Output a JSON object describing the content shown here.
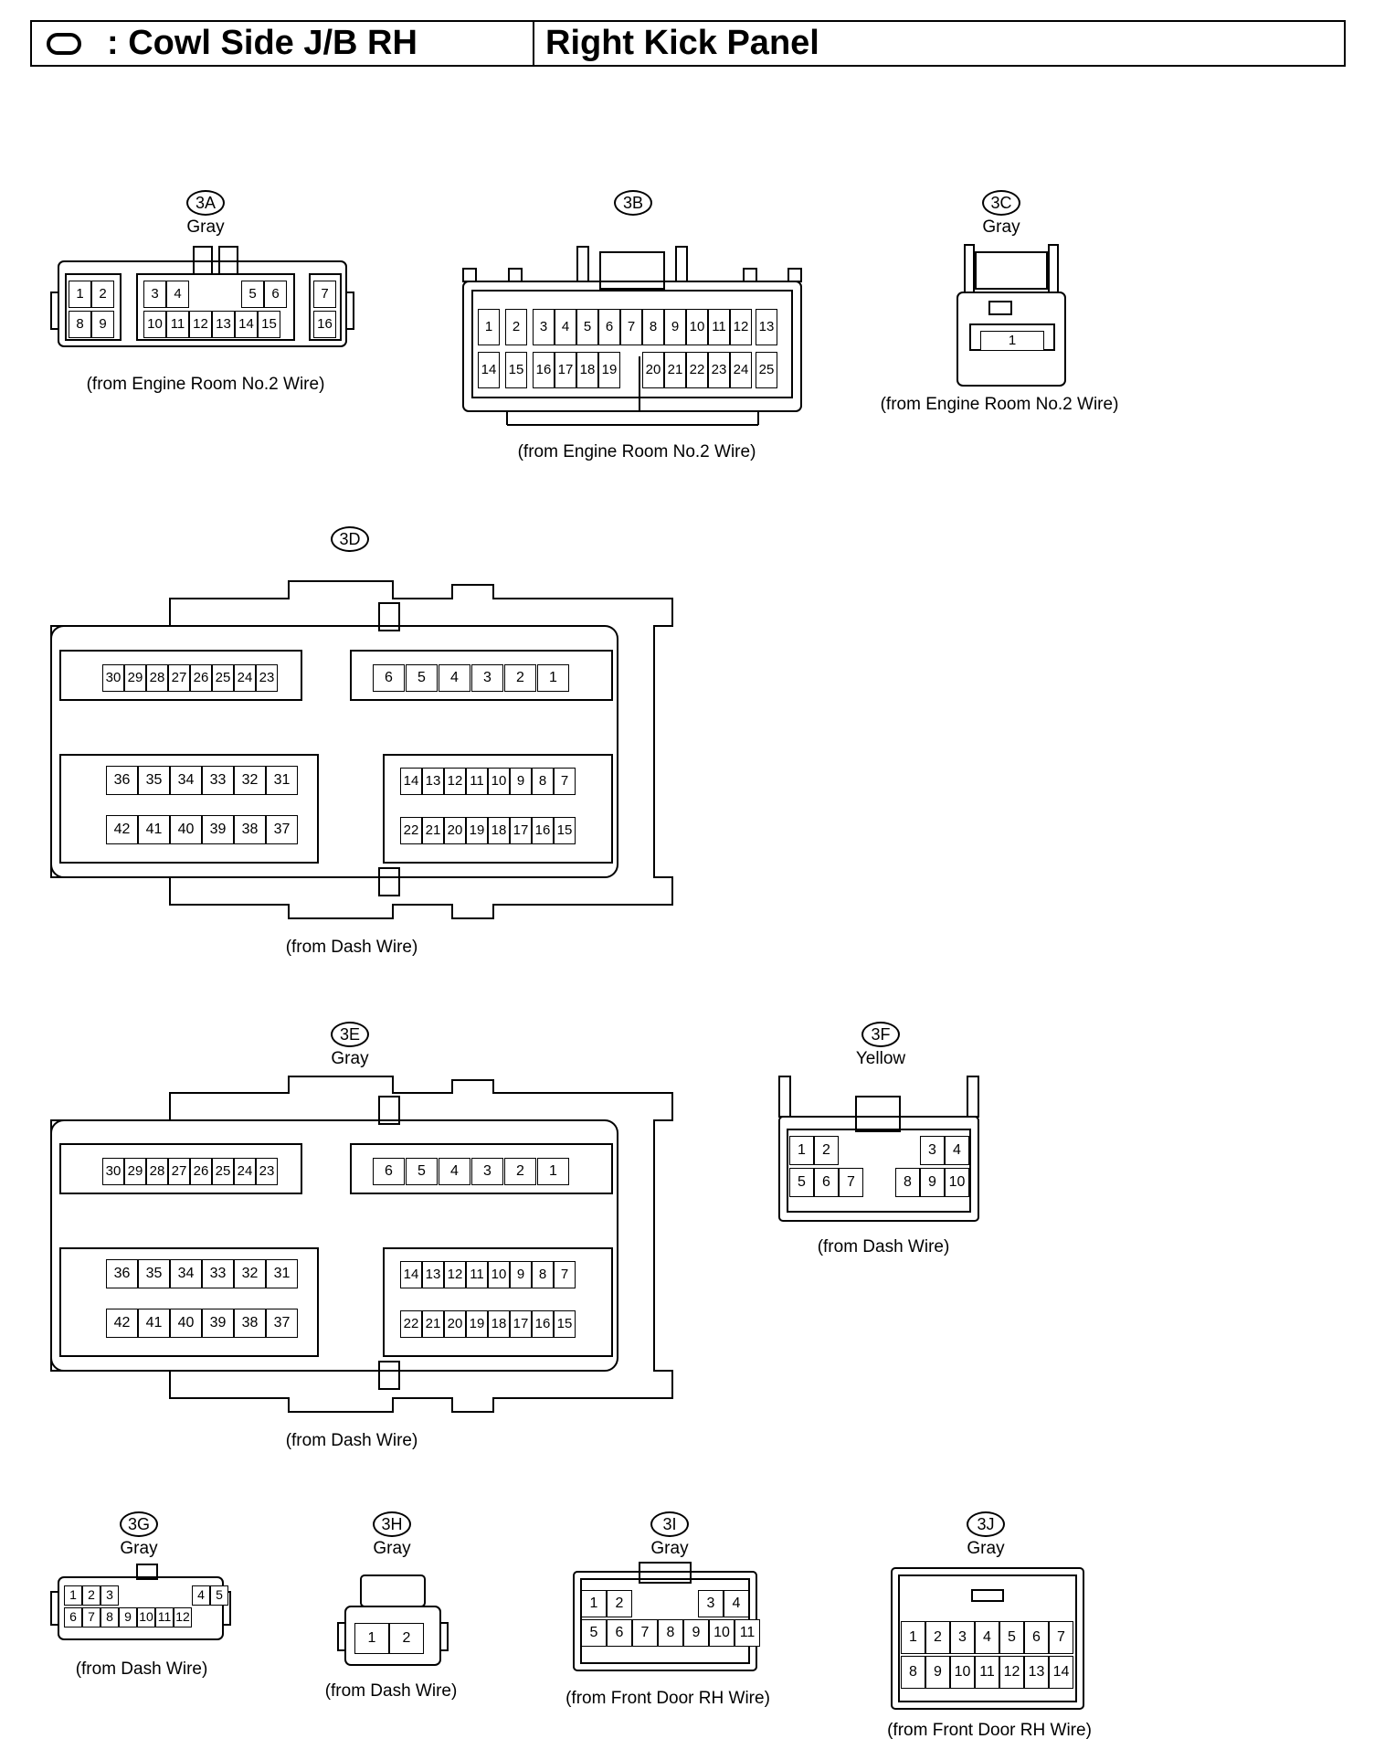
{
  "header": {
    "location_symbol": "oval-location-icon",
    "title": ": Cowl Side J/B RH",
    "location": "Right Kick Panel"
  },
  "connectors": {
    "c3a": {
      "code": "3A",
      "color": "Gray",
      "note": "(from Engine Room No.2 Wire)"
    },
    "c3b": {
      "code": "3B",
      "color": "",
      "note": "(from Engine Room No.2 Wire)"
    },
    "c3c": {
      "code": "3C",
      "color": "Gray",
      "note": "(from Engine Room No.2 Wire)"
    },
    "c3d": {
      "code": "3D",
      "color": "",
      "note": "(from Dash Wire)"
    },
    "c3e": {
      "code": "3E",
      "color": "Gray",
      "note": "(from Dash Wire)"
    },
    "c3f": {
      "code": "3F",
      "color": "Yellow",
      "note": "(from Dash Wire)"
    },
    "c3g": {
      "code": "3G",
      "color": "Gray",
      "note": "(from Dash Wire)"
    },
    "c3h": {
      "code": "3H",
      "color": "Gray",
      "note": "(from Dash Wire)"
    },
    "c3i": {
      "code": "3I",
      "color": "Gray",
      "note": "(from Front Door RH Wire)"
    },
    "c3j": {
      "code": "3J",
      "color": "Gray",
      "note": "(from Front Door RH Wire)"
    }
  },
  "pins": {
    "a_top": [
      "1",
      "2",
      "3",
      "4",
      "5",
      "6",
      "7"
    ],
    "a_bot": [
      "8",
      "9",
      "10",
      "11",
      "12",
      "13",
      "14",
      "15",
      "16"
    ],
    "b_top": [
      "1",
      "2",
      "3",
      "4",
      "5",
      "6",
      "7",
      "8",
      "9",
      "10",
      "11",
      "12",
      "13"
    ],
    "b_bot": [
      "14",
      "15",
      "16",
      "17",
      "18",
      "19",
      "20",
      "21",
      "22",
      "23",
      "24",
      "25"
    ],
    "c": [
      "1"
    ],
    "big_r1a": [
      "30",
      "29",
      "28",
      "27",
      "26",
      "25",
      "24",
      "23"
    ],
    "big_r1b": [
      "6",
      "5",
      "4",
      "3",
      "2",
      "1"
    ],
    "big_r2a": [
      "36",
      "35",
      "34",
      "33",
      "32",
      "31"
    ],
    "big_r2b": [
      "14",
      "13",
      "12",
      "11",
      "10",
      "9",
      "8",
      "7"
    ],
    "big_r3a": [
      "42",
      "41",
      "40",
      "39",
      "38",
      "37"
    ],
    "big_r3b": [
      "22",
      "21",
      "20",
      "19",
      "18",
      "17",
      "16",
      "15"
    ],
    "f_top": [
      "1",
      "2",
      "3",
      "4"
    ],
    "f_bot": [
      "5",
      "6",
      "7",
      "8",
      "9",
      "10"
    ],
    "g_top": [
      "1",
      "2",
      "3",
      "4",
      "5"
    ],
    "g_bot": [
      "6",
      "7",
      "8",
      "9",
      "10",
      "11",
      "12"
    ],
    "h": [
      "1",
      "2"
    ],
    "i_top": [
      "1",
      "2",
      "3",
      "4"
    ],
    "i_bot": [
      "5",
      "6",
      "7",
      "8",
      "9",
      "10",
      "11"
    ],
    "j_top": [
      "1",
      "2",
      "3",
      "4",
      "5",
      "6",
      "7"
    ],
    "j_bot": [
      "8",
      "9",
      "10",
      "11",
      "12",
      "13",
      "14"
    ]
  }
}
